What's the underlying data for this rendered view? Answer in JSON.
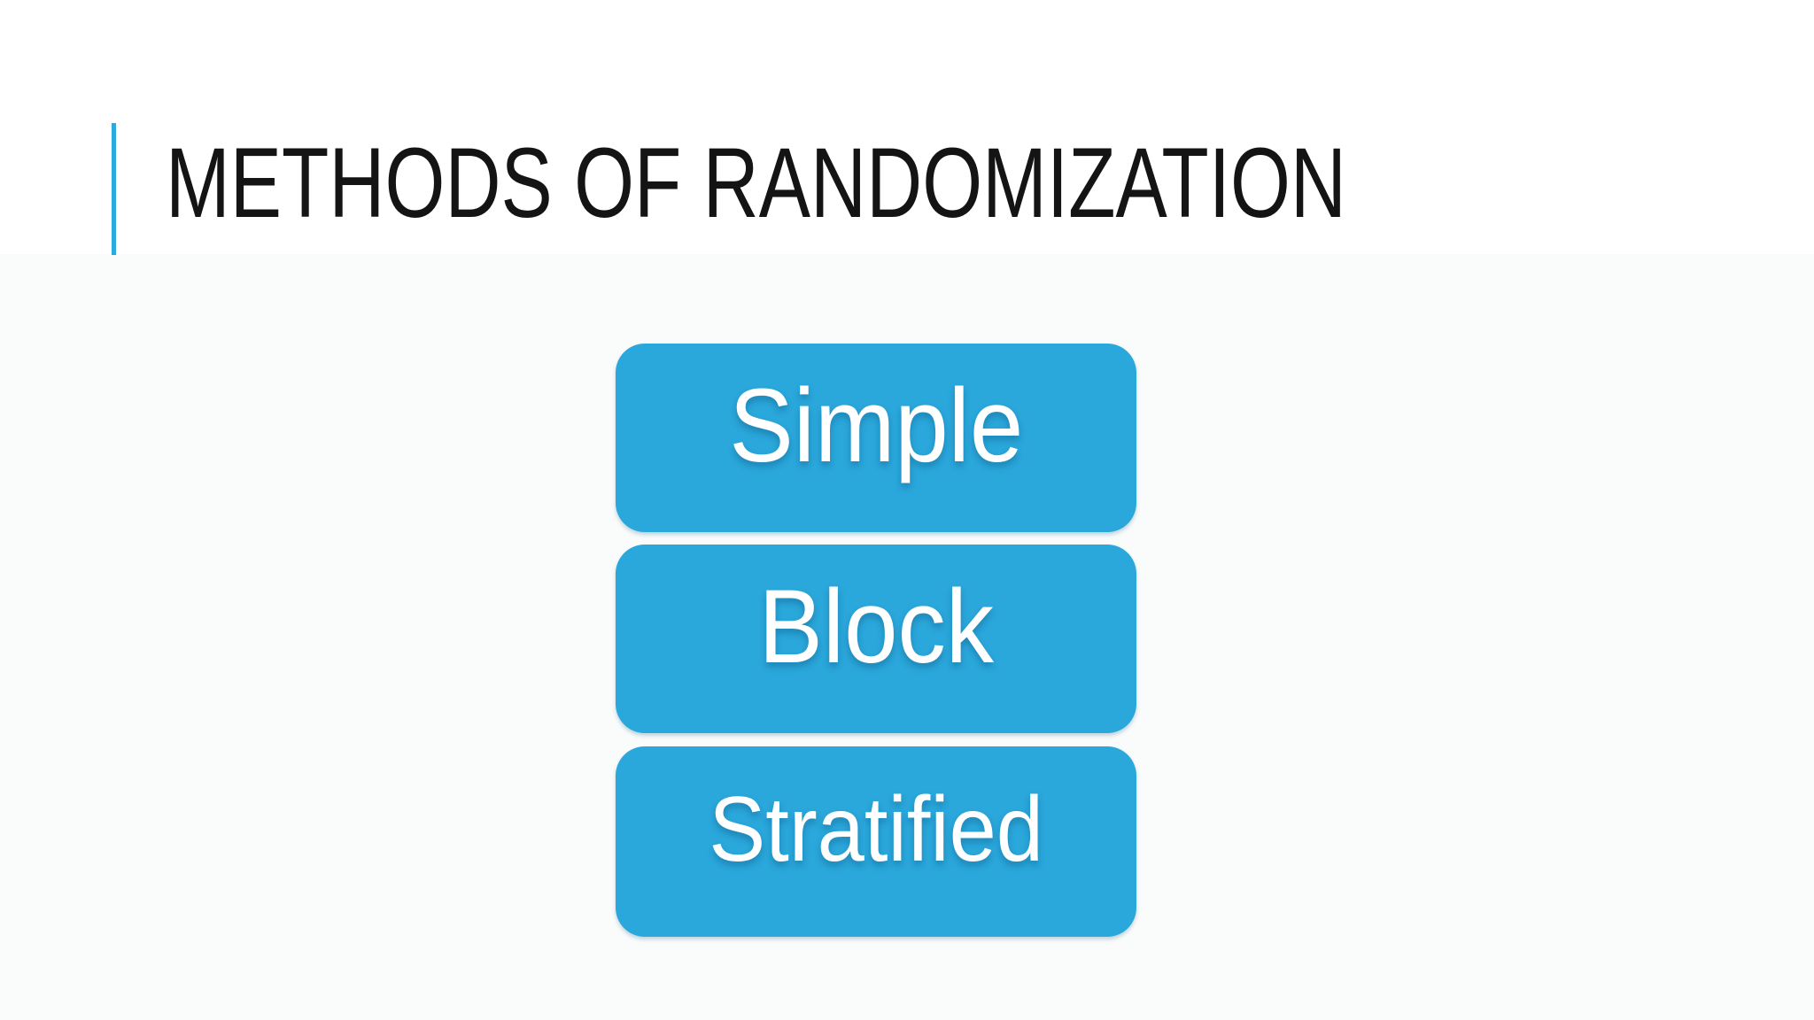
{
  "slide": {
    "title": "METHODS OF RANDOMIZATION",
    "diagram": {
      "type": "vertical-block-list",
      "items": [
        {
          "label": "Simple"
        },
        {
          "label": "Block"
        },
        {
          "label": "Stratified"
        }
      ]
    },
    "colors": {
      "accent": "#2aa7db",
      "accent-line": "#2baae0",
      "title-text": "#141414",
      "node-text": "#ffffff",
      "background": "#ffffff",
      "body-band": "#fafbfb"
    }
  }
}
